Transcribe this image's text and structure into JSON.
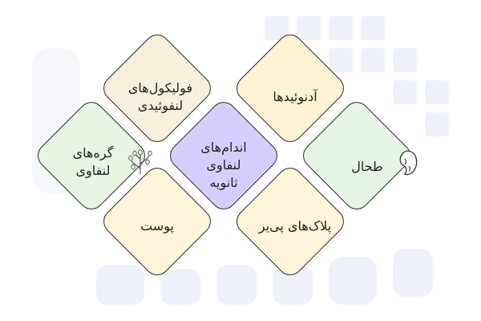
{
  "diagram": {
    "center": {
      "label": "اندام‌های\nلنفاوی\nثانویه",
      "fill": "#d7ceff"
    },
    "nodes": [
      {
        "key": "lymphoid-follicles",
        "label": "فولیکول‌های\nلنفوئیدی",
        "fill": "#f6f0dc"
      },
      {
        "key": "adenoids",
        "label": "آدنوئیدها",
        "fill": "#fdf2d4"
      },
      {
        "key": "lymph-nodes",
        "label": "گره‌های\nلنفاوی",
        "fill": "#e8f4e4",
        "icon": "lymph-node-tree-icon"
      },
      {
        "key": "spleen",
        "label": "طحال",
        "fill": "#e6f5e6",
        "icon": "spleen-icon"
      },
      {
        "key": "skin",
        "label": "پوست",
        "fill": "#fdf4d9"
      },
      {
        "key": "peyers-patches",
        "label": "پلاک‌های پی‌یر",
        "fill": "#fdf4d9"
      }
    ],
    "colors": {
      "border": "#2b2b2b",
      "text": "#222222",
      "watermark": "#eef2f8"
    }
  }
}
